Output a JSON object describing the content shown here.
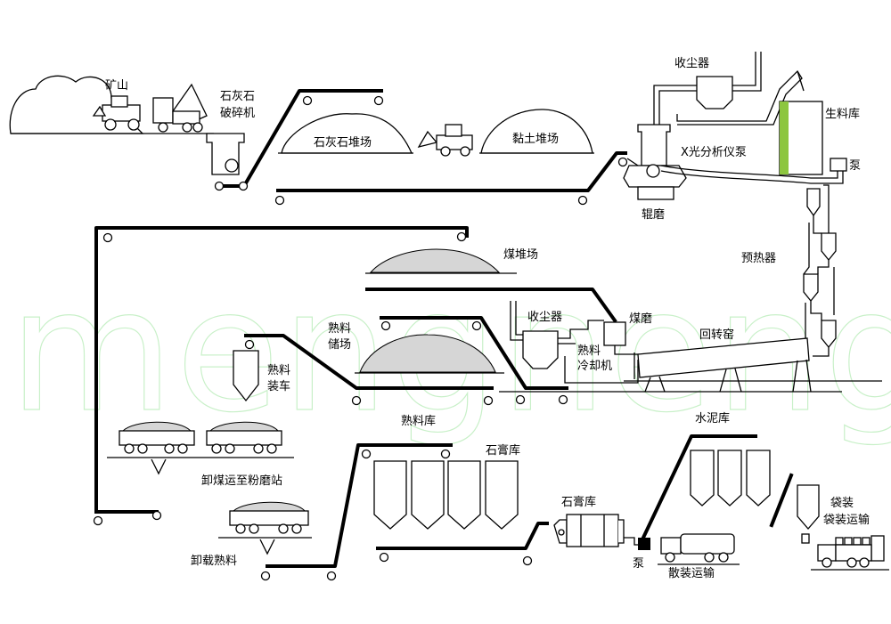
{
  "watermark": "mengneng",
  "labels": {
    "mine": "矿山",
    "limestone_crusher_1": "石灰石",
    "limestone_crusher_2": "破碎机",
    "limestone_yard": "石灰石堆场",
    "clay_yard": "黏土堆场",
    "dust_collector_top": "收尘器",
    "xray_pump": "X光分析仪泵",
    "roller_mill": "辊磨",
    "raw_meal_silo": "生料库",
    "pump_right": "泵",
    "preheater": "预热器",
    "coal_yard": "煤堆场",
    "coal_mill": "煤磨",
    "rotary_kiln": "回转窑",
    "dust_collector_mid": "收尘器",
    "clinker_cooler_1": "熟料",
    "clinker_cooler_2": "冷却机",
    "clinker_storage_1": "熟料",
    "clinker_storage_2": "储场",
    "clinker_loading_1": "熟料",
    "clinker_loading_2": "装车",
    "clinker_silo": "熟料库",
    "unload_coal": "卸煤运至粉磨站",
    "unload_clinker": "卸载熟料",
    "gypsum_silo": "石膏库",
    "gypsum_mill": "石膏库",
    "cement_silo": "水泥库",
    "pump_bottom": "泵",
    "bagging": "袋装",
    "bagged_transport": "袋装运输",
    "bulk_transport": "散装运输"
  },
  "colors": {
    "line": "#000000",
    "silo_accent": "#8dc63f",
    "watermark": "#c8f0c8",
    "pile_fill": "#d6d6d6"
  }
}
